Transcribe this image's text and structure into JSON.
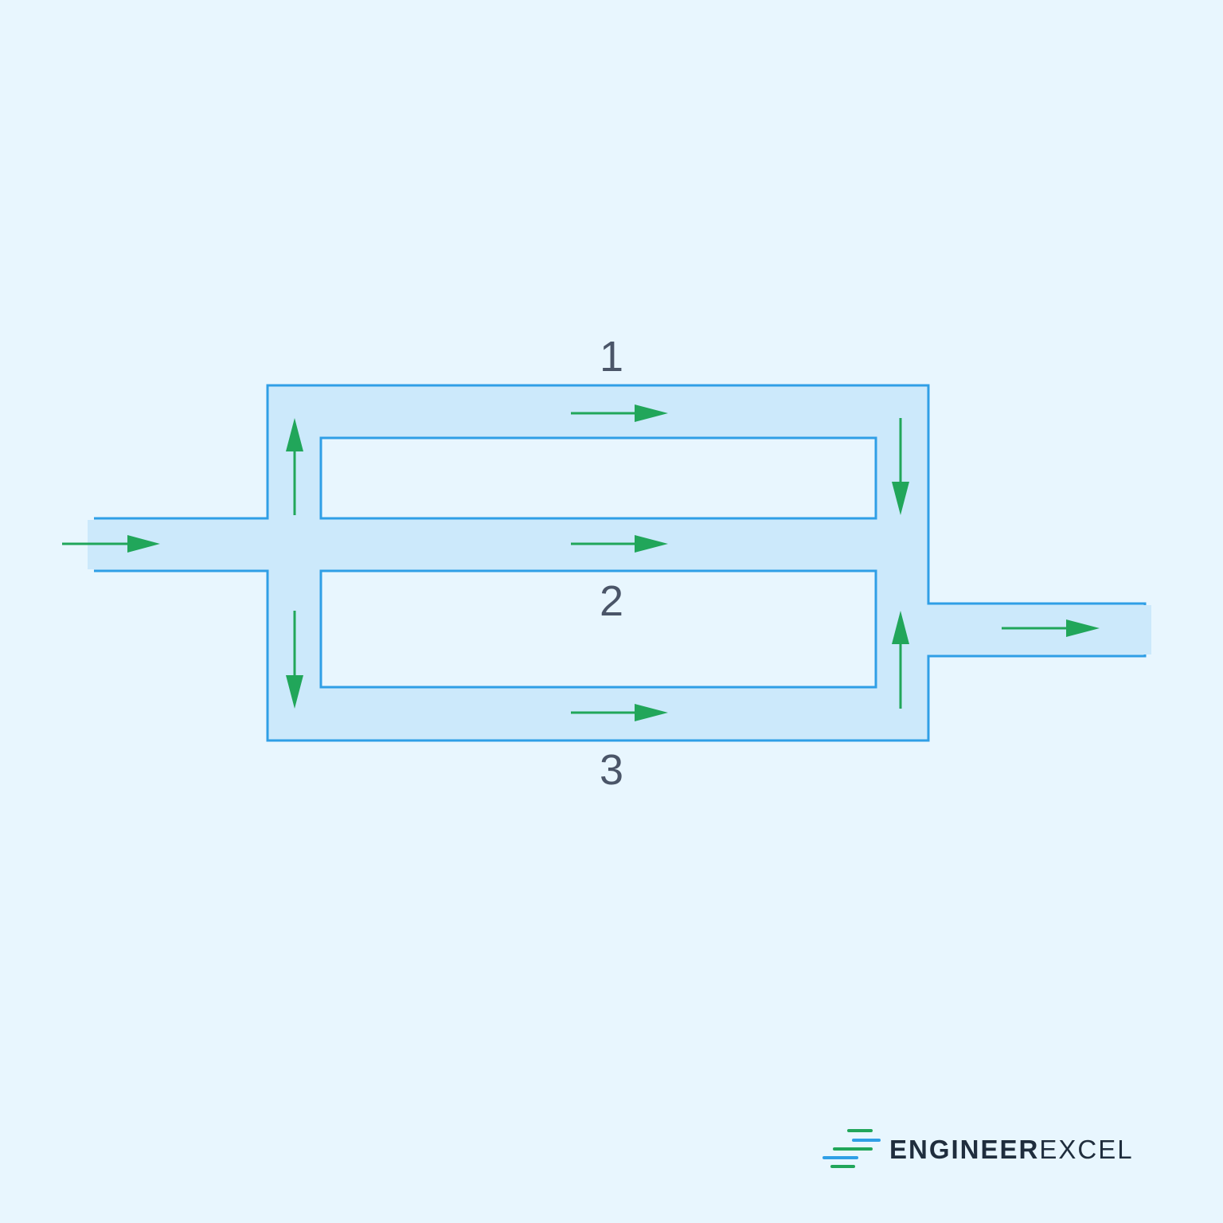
{
  "labels": {
    "branch_1": "1",
    "branch_2": "2",
    "branch_3": "3"
  },
  "logo": {
    "part_bold": "ENGINEER",
    "part_light": "EXCEL",
    "mark_icon": "speed-lines-icon"
  },
  "colors": {
    "background": "#e8f6fe",
    "pipe_fill": "#cce9fb",
    "pipe_stroke": "#2f9fe6",
    "flow_arrow": "#21a65a",
    "label_text": "#4a5568",
    "logo_green": "#21a65a",
    "logo_blue": "#2f9fe6"
  },
  "flow_arrows": [
    {
      "name": "inlet-arrow",
      "direction": "right"
    },
    {
      "name": "left-junction-up-arrow",
      "direction": "up"
    },
    {
      "name": "left-junction-down-arrow",
      "direction": "down"
    },
    {
      "name": "branch-1-arrow",
      "direction": "right"
    },
    {
      "name": "branch-2-arrow",
      "direction": "right"
    },
    {
      "name": "branch-3-arrow",
      "direction": "right"
    },
    {
      "name": "right-junction-down-arrow",
      "direction": "down"
    },
    {
      "name": "right-junction-up-arrow",
      "direction": "up"
    },
    {
      "name": "outlet-arrow",
      "direction": "right"
    }
  ]
}
